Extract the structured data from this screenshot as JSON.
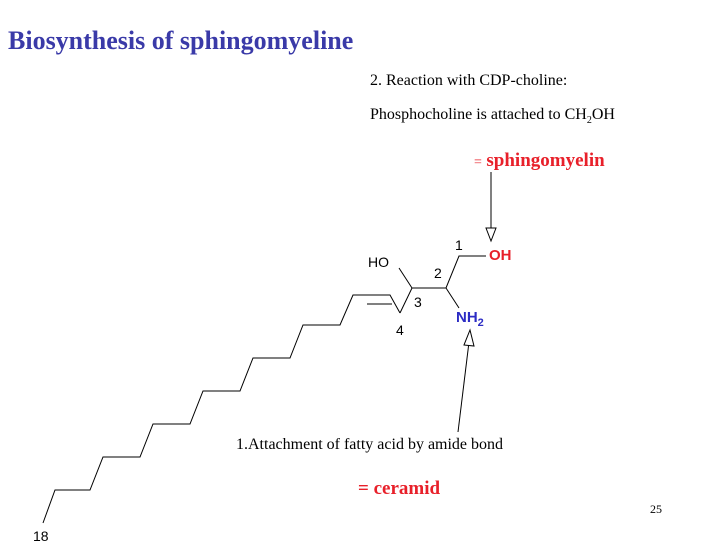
{
  "title": "Biosynthesis of sphingomyeline",
  "step2": {
    "line1": "2. Reaction with  CDP-choline:",
    "line2_main": "Phosphocholine is attached to CH",
    "line2_sub": "2",
    "line2_end": "OH"
  },
  "sphingomyelin_label": {
    "eq": "=",
    "word": "sphingomyelin"
  },
  "step1": "1.Attachment of fatty acid by amide bond",
  "ceramid_label": "= ceramid",
  "page_number": "25",
  "molecule": {
    "carbon_numbers": [
      "1",
      "2",
      "3",
      "4",
      "18"
    ],
    "groups": {
      "hydroxyl": "HO",
      "primary_oh": "OH",
      "amine_main": "NH",
      "amine_sub": "2"
    }
  },
  "colors": {
    "title": "#3a3aa8",
    "highlight_red": "#e8202a",
    "amine_blue": "#2c2cc4",
    "bond": "#000000"
  }
}
